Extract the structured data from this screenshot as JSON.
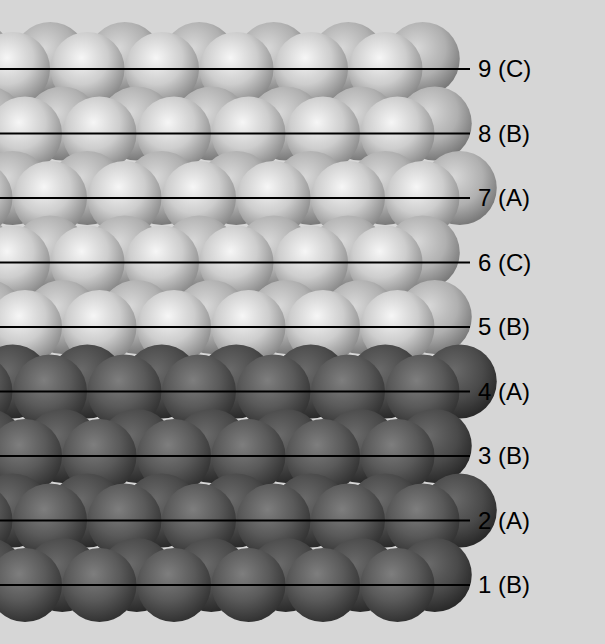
{
  "diagram": {
    "labels": [
      "9 (C)",
      "8 (B)",
      "7 (A)",
      "6 (C)",
      "5 (B)",
      "4 (A)",
      "3 (B)",
      "2 (A)",
      "1 (B)"
    ]
  }
}
